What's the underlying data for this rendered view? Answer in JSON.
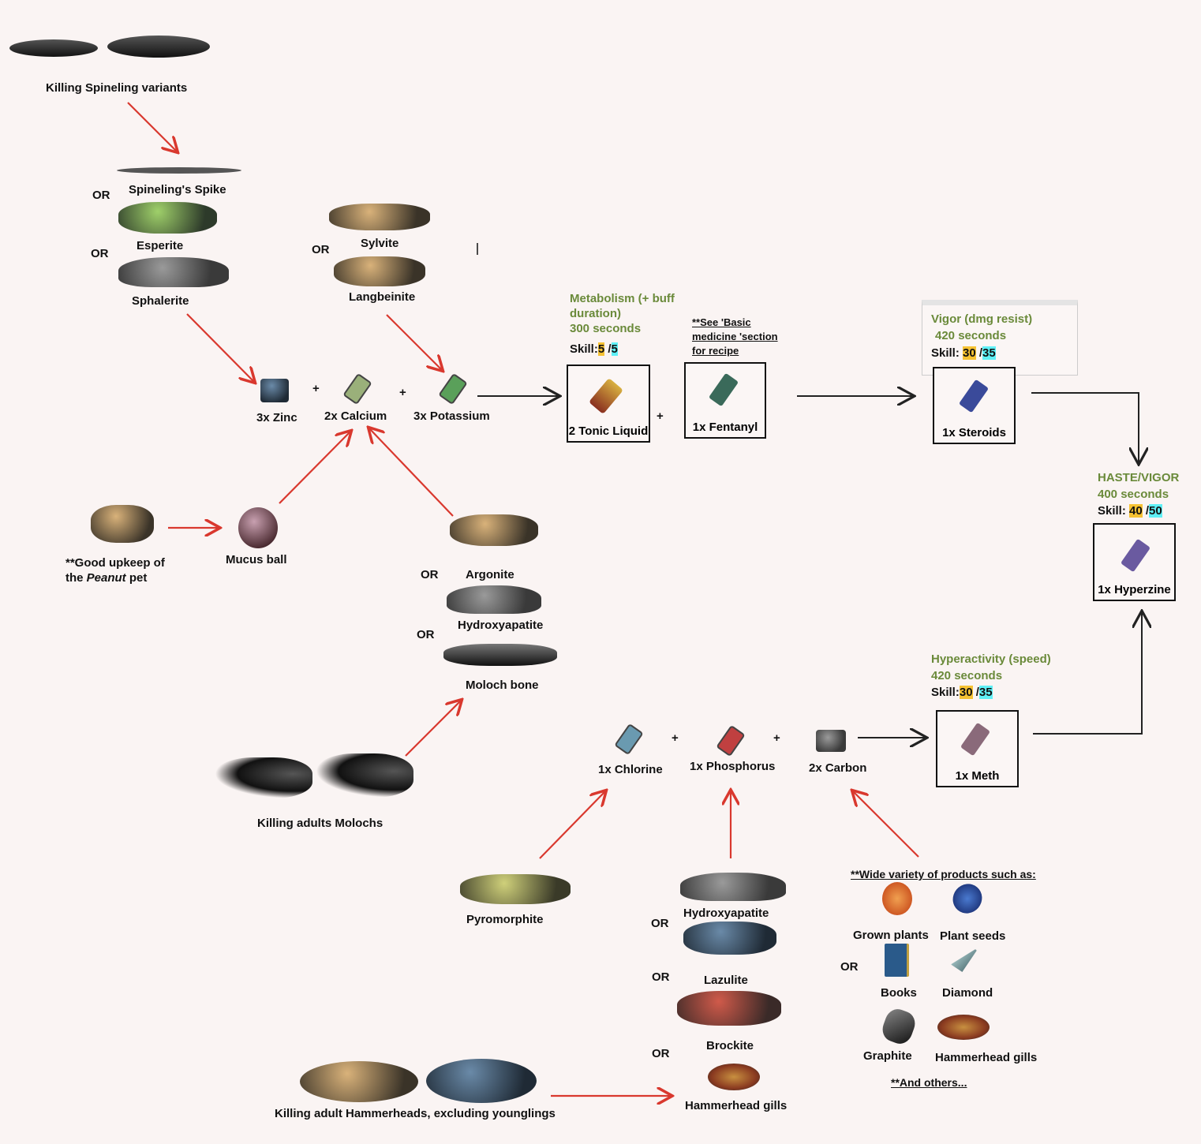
{
  "sources": {
    "spineling": "Killing Spineling variants",
    "molochs": "Killing adults Molochs",
    "hammerheads": "Killing adult Hammerheads, excluding younglings",
    "peanut_line1": "**Good upkeep of",
    "peanut_line2_prefix": "the ",
    "peanut_line2_italic": "Peanut",
    "peanut_line2_suffix": " pet"
  },
  "or_label": "OR",
  "plus_label": "+",
  "materials": {
    "spineling_spike": "Spineling's Spike",
    "esperite": "Esperite",
    "sphalerite": "Sphalerite",
    "sylvite": "Sylvite",
    "langbeinite": "Langbeinite",
    "mucus_ball": "Mucus ball",
    "argonite": "Argonite",
    "hydroxyapatite": "Hydroxyapatite",
    "moloch_bone": "Moloch bone",
    "pyromorphite": "Pyromorphite",
    "lazulite": "Lazulite",
    "brockite": "Brockite",
    "hammerhead_gills": "Hammerhead gills"
  },
  "elements": {
    "zinc": "3x Zinc",
    "calcium": "2x Calcium",
    "potassium": "3x Potassium",
    "chlorine": "1x Chlorine",
    "phosphorus": "1x Phosphorus",
    "carbon": "2x Carbon"
  },
  "carbon_sources": {
    "header": "**Wide variety of products such as:",
    "items": [
      "Grown plants",
      "Plant seeds",
      "Books",
      "Diamond",
      "Graphite",
      "Hammerhead gills"
    ],
    "footer": "**And others..."
  },
  "drugs": {
    "tonic": {
      "label": "2 Tonic Liquid",
      "effect_line1": "Metabolism (+ buff",
      "effect_line2": "duration)",
      "duration": "300 seconds",
      "skill_label": "Skill:",
      "skill_min": "5",
      "skill_max": "5"
    },
    "fentanyl": {
      "label": "1x Fentanyl",
      "note_line1": "**See 'Basic",
      "note_line2": "medicine 'section",
      "note_line3": "for recipe"
    },
    "steroids": {
      "label": "1x Steroids",
      "effect": "Vigor (dmg resist)",
      "duration": "420 seconds",
      "skill_label": "Skill: ",
      "skill_min": "30",
      "skill_max": "35"
    },
    "meth": {
      "label": "1x Meth",
      "effect": "Hyperactivity (speed)",
      "duration": "420 seconds",
      "skill_label": "Skill:",
      "skill_min": "30",
      "skill_max": "35"
    },
    "hyperzine": {
      "label": "1x Hyperzine",
      "effect": "HASTE/VIGOR",
      "duration": "400 seconds",
      "skill_label": "Skill: ",
      "skill_min": "40",
      "skill_max": "50"
    }
  },
  "colors": {
    "effect_text": "#6a8a3a",
    "arrow_red": "#d9382e",
    "skill_min_highlight": "#f6c233",
    "skill_max_highlight": "#5ff0f6",
    "background": "#faf4f3"
  }
}
